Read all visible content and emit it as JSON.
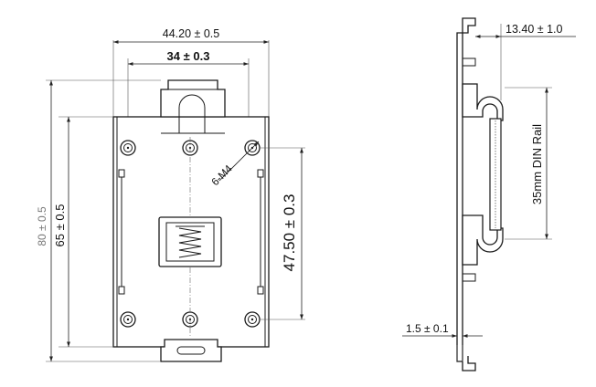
{
  "front_view": {
    "overall_width": "44.20 ± 0.5",
    "hole_spacing_width": "34 ± 0.3",
    "overall_height": "80 ± 0.5",
    "hole_spacing_height": "65 ± 0.5",
    "vertical_hole_spacing": "47.50 ± 0.3",
    "thread_callout": "6-M4"
  },
  "side_view": {
    "depth": "13.40 ± 1.0",
    "rail_label": "35mm DIN Rail",
    "thickness": "1.5 ± 0.1"
  }
}
